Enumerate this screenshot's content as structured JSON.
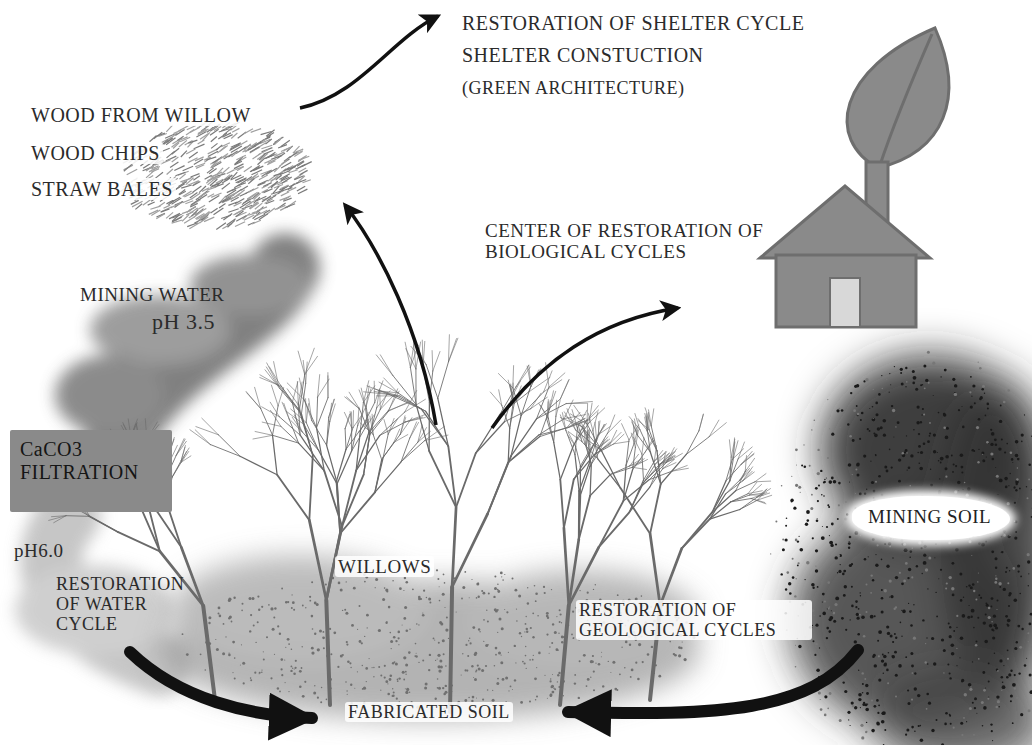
{
  "diagram": {
    "nodes": [
      {
        "text": [
          "CaCO3 FILTRATION"
        ]
      },
      {
        "text": [
          "MINING SOIL"
        ]
      }
    ],
    "labels": [
      "RESTORATION OF SHELTER CYCLE",
      "SHELTER CONSTUCTION",
      "(GREEN ARCHITECTURE)",
      "WOOD FROM WILLOW",
      "WOOD CHIPS",
      "STRAW BALES",
      "CENTER OF RESTORATION OF BIOLOGICAL CYCLES",
      "MINING WATER",
      "pH 3.5",
      "pH6.0",
      "RESTORATION OF WATER CYCLE",
      "WILLOWS",
      "RESTORATION OF GEOLOGICAL CYCLES",
      "FABRICATED SOIL"
    ]
  }
}
